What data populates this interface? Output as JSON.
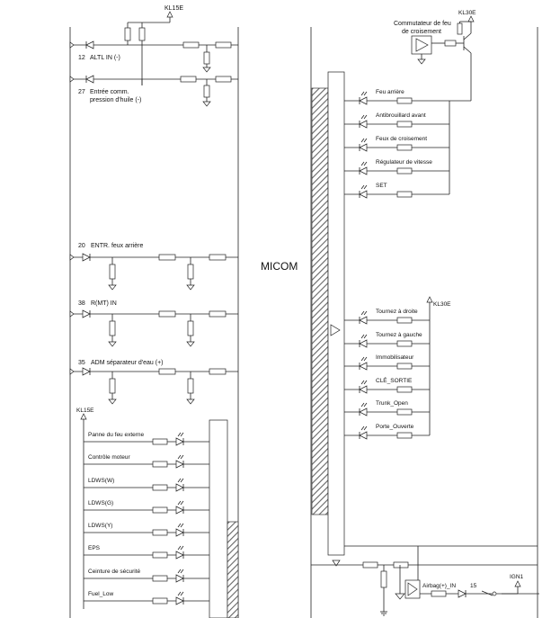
{
  "diagram": {
    "center_label": "MICOM",
    "left_module": {
      "supply": "KL15E",
      "circuits": [
        {
          "pin": "12",
          "label": "ALTL IN (-)"
        },
        {
          "pin": "27",
          "label": "Entrée comm.",
          "label2": "pression d'huile (-)"
        },
        {
          "pin": "20",
          "label": "ENTR. feux arrière"
        },
        {
          "pin": "38",
          "label": "R(MT) IN"
        },
        {
          "pin": "35",
          "label": "ADM séparateur d'eau (+)"
        }
      ],
      "indicator_supply": "KL15E",
      "indicators": [
        "Panne du feu externe",
        "Contrôle moteur",
        "LDWS(W)",
        "LDWS(G)",
        "LDWS(Y)",
        "EPS",
        "Ceinture de sécurité",
        "Fuel_Low"
      ]
    },
    "right_module": {
      "switch_label": "Commutateur de feu",
      "switch_label2": "de croisement",
      "supply_top": "KL30E",
      "outputs_top": [
        "Feu arrière",
        "Antibrouillard avant",
        "Feux de croisement",
        "Régulateur de vitesse",
        "SET"
      ],
      "supply_mid": "KL30E",
      "outputs_mid": [
        "Tournez à droite",
        "Tournez à gauche",
        "Immobilisateur",
        "CLÉ_SORTIE",
        "Trunk_Open",
        "Porte_Ouverte"
      ],
      "bottom_label": "Airbag(+)_IN",
      "bottom_pin": "15",
      "ign": "IGN1"
    }
  }
}
